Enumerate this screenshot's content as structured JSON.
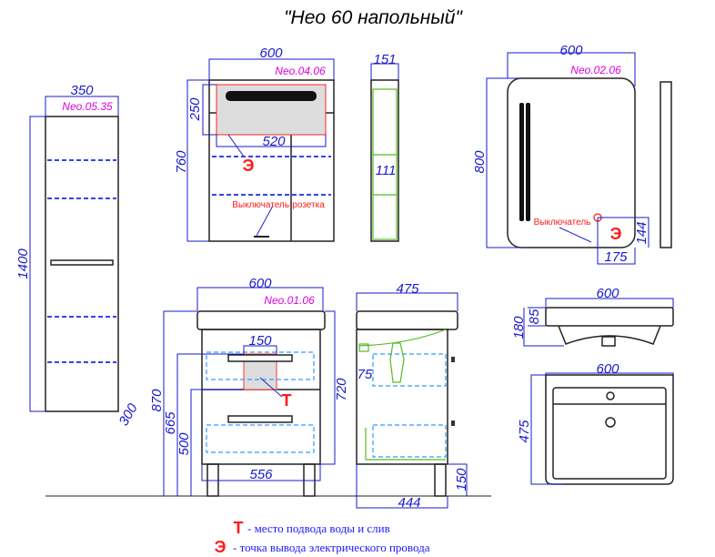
{
  "title": "\"Нео 60 напольный\"",
  "tall_cabinet": {
    "model": "Neo.05.35",
    "width": "350",
    "height": "1400",
    "depth": "300"
  },
  "mirror_cabinet": {
    "model": "Neo.04.06",
    "width": "600",
    "height": "760",
    "top_height": "250",
    "inner_width": "520",
    "depth": "151",
    "shelf": "111",
    "switch_label": "Выключатель-розетка",
    "mark": "Э"
  },
  "mirror": {
    "model": "Neo.02.06",
    "width": "600",
    "height": "800",
    "switch_label": "Выключатель",
    "mark": "Э",
    "offset_y": "144",
    "offset_x": "175"
  },
  "vanity": {
    "model": "Neo.01.06",
    "width": "600",
    "pipe_width": "150",
    "h870": "870",
    "h665": "665",
    "h500": "500",
    "h720": "720",
    "inner_width": "556",
    "mark": "Т",
    "depth": "475",
    "side_75": "75",
    "leg_height": "150",
    "body_depth": "444"
  },
  "sink": {
    "width_front": "600",
    "h85": "85",
    "h180": "180",
    "width_top": "600",
    "depth": "475"
  },
  "legend": [
    {
      "mark": "Т",
      "text": "- место подвода воды и слив"
    },
    {
      "mark": "Э",
      "text": "- точка вывода электрического провода"
    }
  ]
}
